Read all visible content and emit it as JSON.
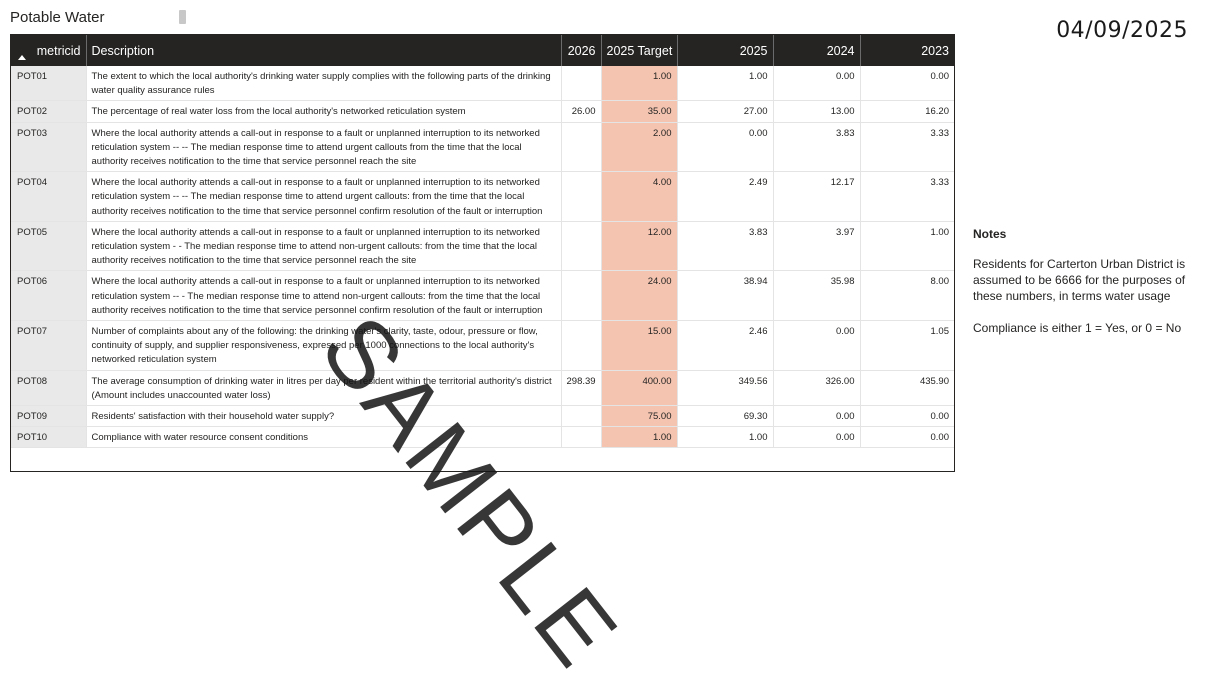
{
  "header": {
    "title": "Potable Water",
    "date": "04/09/2025"
  },
  "table": {
    "columns": {
      "metricid": "metricid",
      "description": "Description",
      "c2026": "2026",
      "target": "2025 Target",
      "c2025": "2025",
      "c2024": "2024",
      "c2023": "2023"
    },
    "sort": "metricid ascending",
    "highlight_color": "#f4c4b0",
    "rows": [
      {
        "id": "POT01",
        "desc": "The extent to which the local authority's drinking water supply complies with the following parts of the drinking water quality assurance rules",
        "c2026": "",
        "target": "1.00",
        "c2025": "1.00",
        "c2024": "0.00",
        "c2023": "0.00"
      },
      {
        "id": "POT02",
        "desc": "The percentage of real water loss from the local authority's networked reticulation system",
        "c2026": "26.00",
        "target": "35.00",
        "c2025": "27.00",
        "c2024": "13.00",
        "c2023": "16.20"
      },
      {
        "id": "POT03",
        "desc": "Where the local authority attends a call-out in response to a fault or unplanned interruption to its networked reticulation system -- -- The median response time to attend urgent callouts from the time that the local authority receives notification to the time that service personnel reach the site",
        "c2026": "",
        "target": "2.00",
        "c2025": "0.00",
        "c2024": "3.83",
        "c2023": "3.33"
      },
      {
        "id": "POT04",
        "desc": "Where the local authority attends a call-out in response to a fault or unplanned interruption to its networked reticulation system -- -- The median response time to attend urgent callouts: from the time that the local authority receives notification to the time that service personnel confirm resolution of the fault or interruption",
        "c2026": "",
        "target": "4.00",
        "c2025": "2.49",
        "c2024": "12.17",
        "c2023": "3.33"
      },
      {
        "id": "POT05",
        "desc": "Where the local authority attends a call-out in response to a fault or unplanned interruption to its networked reticulation system - - The median response time to attend non-urgent callouts: from the time that the local authority receives notification to the time that service personnel reach the site",
        "c2026": "",
        "target": "12.00",
        "c2025": "3.83",
        "c2024": "3.97",
        "c2023": "1.00"
      },
      {
        "id": "POT06",
        "desc": "Where the local authority attends a call-out in response to a fault or unplanned interruption to its networked reticulation system -- - The median response time to attend non-urgent callouts: from the time that the local authority receives notification to the time that service personnel confirm resolution of the fault or interruption",
        "c2026": "",
        "target": "24.00",
        "c2025": "38.94",
        "c2024": "35.98",
        "c2023": "8.00"
      },
      {
        "id": "POT07",
        "desc": "Number of complaints about any of the following: the drinking water's clarity, taste, odour, pressure or flow, continuity of supply, and supplier responsiveness, expressed per 1000 connections to the local authority's networked reticulation system",
        "c2026": "",
        "target": "15.00",
        "c2025": "2.46",
        "c2024": "0.00",
        "c2023": "1.05"
      },
      {
        "id": "POT08",
        "desc": "The average consumption of drinking water in litres per day per resident within the territorial authority's district (Amount includes unaccounted water loss)",
        "c2026": "298.39",
        "target": "400.00",
        "c2025": "349.56",
        "c2024": "326.00",
        "c2023": "435.90"
      },
      {
        "id": "POT09",
        "desc": "Residents' satisfaction with their household water supply?",
        "c2026": "",
        "target": "75.00",
        "c2025": "69.30",
        "c2024": "0.00",
        "c2023": "0.00"
      },
      {
        "id": "POT10",
        "desc": "Compliance with water resource consent conditions",
        "c2026": "",
        "target": "1.00",
        "c2025": "1.00",
        "c2024": "0.00",
        "c2023": "0.00"
      }
    ]
  },
  "notes": {
    "heading": "Notes",
    "lines": [
      "Residents for Carterton Urban District is assumed to be 6666 for the purposes of these numbers, in terms water usage",
      "Compliance is either 1 = Yes, or 0 = No"
    ]
  },
  "watermark": "SAMPLE"
}
